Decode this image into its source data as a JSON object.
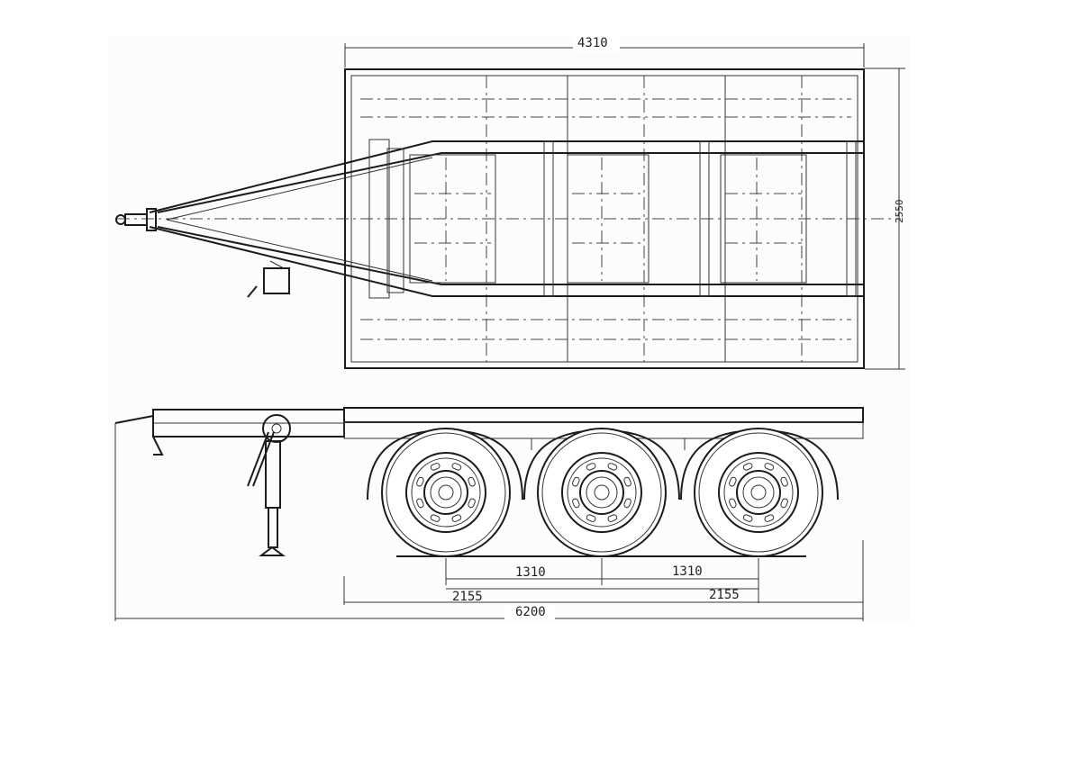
{
  "dimensions": {
    "overall_deck_length": "4310",
    "overall_width": "2550",
    "total_length": "6200",
    "axle_spacing_front": "1310",
    "axle_spacing_rear": "1310",
    "overhang_front": "2155",
    "overhang_rear": "2155"
  },
  "colors": {
    "line": "#1c1c1c",
    "paper": "#ffffff"
  }
}
